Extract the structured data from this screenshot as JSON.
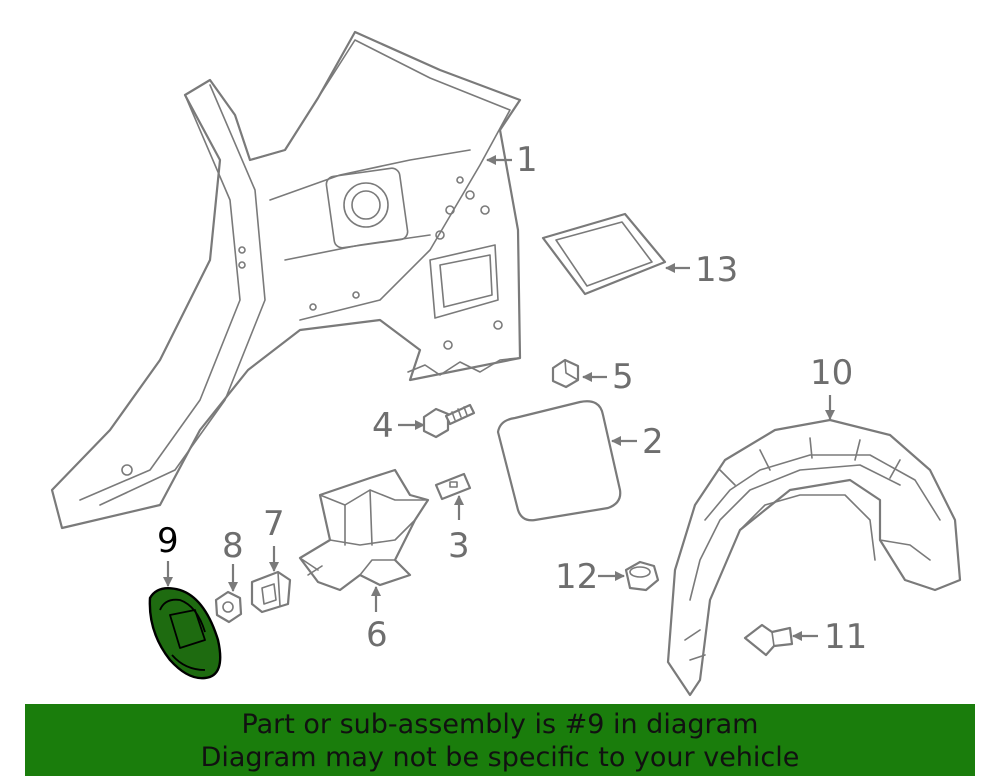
{
  "highlighted_part": "9",
  "callouts": {
    "c1": "1",
    "c2": "2",
    "c3": "3",
    "c4": "4",
    "c5": "5",
    "c6": "6",
    "c7": "7",
    "c8": "8",
    "c9": "9",
    "c10": "10",
    "c11": "11",
    "c12": "12",
    "c13": "13"
  },
  "colors": {
    "highlight": "#1e6b10",
    "banner": "#1a7d0c",
    "line": "#7a7a7a"
  },
  "banner": {
    "line1": "Part or sub-assembly is #9 in diagram",
    "line2": "Diagram may not be specific to your vehicle"
  }
}
